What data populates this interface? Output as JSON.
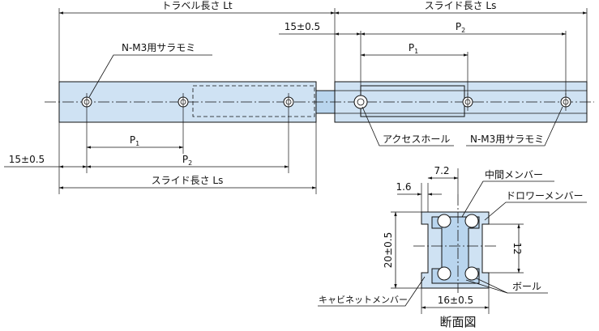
{
  "labels": {
    "travel_length": "トラベル長さ Lt",
    "slide_length_top": "スライド長さ Ls",
    "slide_length_bottom": "スライド長さ Ls",
    "offset_top": "15±0.5",
    "offset_left": "15±0.5",
    "p1": "P",
    "p1_sub": "1",
    "p2": "P",
    "p2_sub": "2",
    "screw_left": "N-M3用サラモミ",
    "screw_right": "N-M3用サラモミ",
    "access_hole": "アクセスホール",
    "middle_member": "中間メンバー",
    "drawer_member": "ドロワーメンバー",
    "cabinet_member": "キャビネットメンバー",
    "ball": "ボール",
    "section_title": "断面図"
  },
  "section_dims": {
    "d_7_2": "7.2",
    "d_1_6": "1.6",
    "d_20": "20±0.5",
    "d_12": "12",
    "d_16": "16±0.5"
  }
}
